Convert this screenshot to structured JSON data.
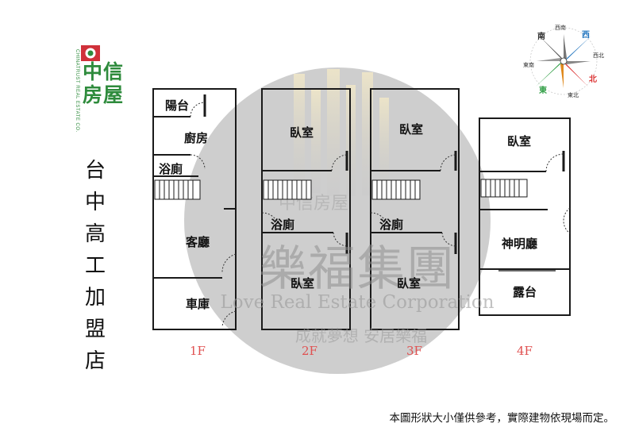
{
  "logo": {
    "brand_line1": "中信",
    "brand_line2": "房屋",
    "subtitle": "CHINATRUST REAL ESTATE CO."
  },
  "store_name": [
    "台",
    "中",
    "高",
    "工",
    "加",
    "盟",
    "店"
  ],
  "compass": {
    "labels": [
      "西南",
      "西",
      "西北",
      "北",
      "東北",
      "東",
      "東南",
      "南"
    ]
  },
  "watermark": {
    "main": "樂福集團",
    "english": "Love Real Estate Corporation",
    "slogan": "成就夢想 安居樂福",
    "small": "中信房屋"
  },
  "floors": [
    {
      "label": "1F",
      "rooms": {
        "balcony": "陽台",
        "kitchen": "廚房",
        "bath": "浴廁",
        "living": "客廳",
        "garage": "車庫"
      }
    },
    {
      "label": "2F",
      "rooms": {
        "bedroom_top": "臥室",
        "bath": "浴廁",
        "bedroom_bottom": "臥室"
      }
    },
    {
      "label": "3F",
      "rooms": {
        "bedroom_top": "臥室",
        "bath": "浴廁",
        "bedroom_bottom": "臥室"
      }
    },
    {
      "label": "4F",
      "rooms": {
        "bedroom": "臥室",
        "shrine": "神明廳",
        "terrace": "露台"
      }
    }
  ],
  "footer_note": "本圖形狀大小僅供參考，實際建物依現場而定。",
  "colors": {
    "brand_green": "#2e8b3c",
    "logo_red": "#d0313a",
    "floor_label": "#e05050",
    "wall": "#1a1a1a"
  }
}
